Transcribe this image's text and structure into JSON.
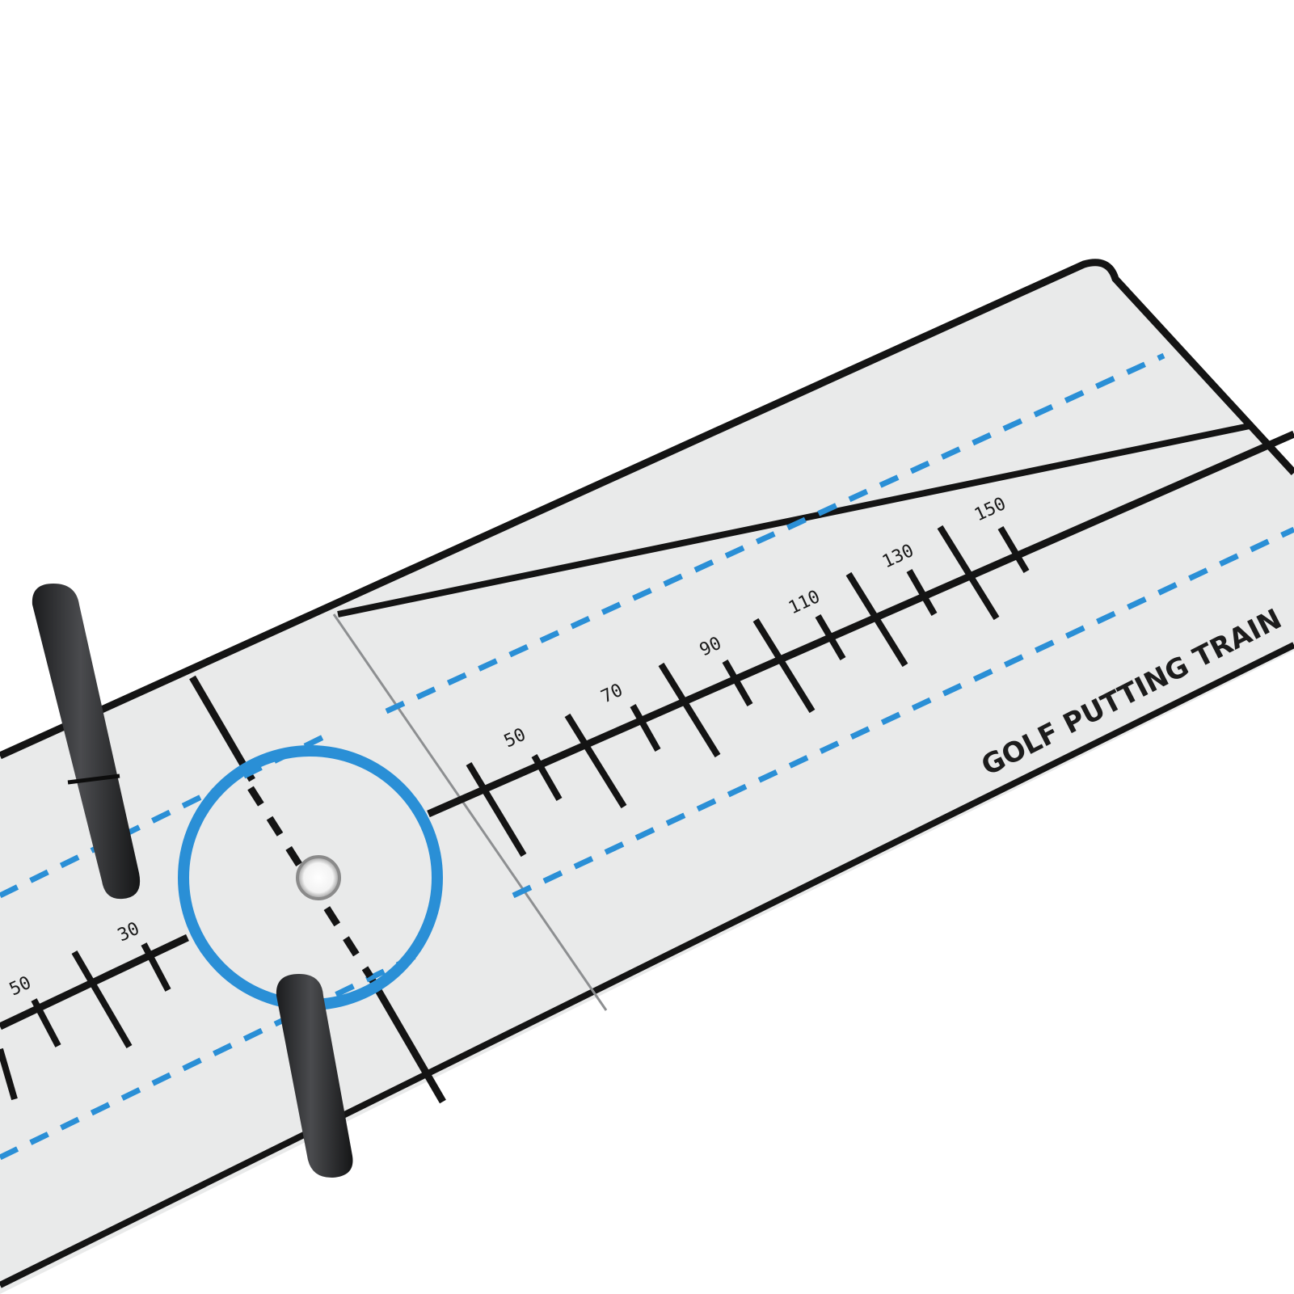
{
  "product": {
    "brand_text": "GOLF PUTTING TRAIN",
    "colors": {
      "mat": "#e9eaea",
      "line": "#161616",
      "dash": "#2a8fd6",
      "ring": "#2a8fd6",
      "peg": "#2c2d2f",
      "background": "#ffffff"
    }
  },
  "right_scale": {
    "labels": [
      "50",
      "70",
      "90",
      "110",
      "130",
      "150"
    ]
  },
  "left_scale": {
    "labels": [
      "50",
      "30"
    ]
  },
  "icons": {
    "target_ring": "ring-icon",
    "cup_hole": "hole-icon",
    "pegs": "peg-icon"
  }
}
